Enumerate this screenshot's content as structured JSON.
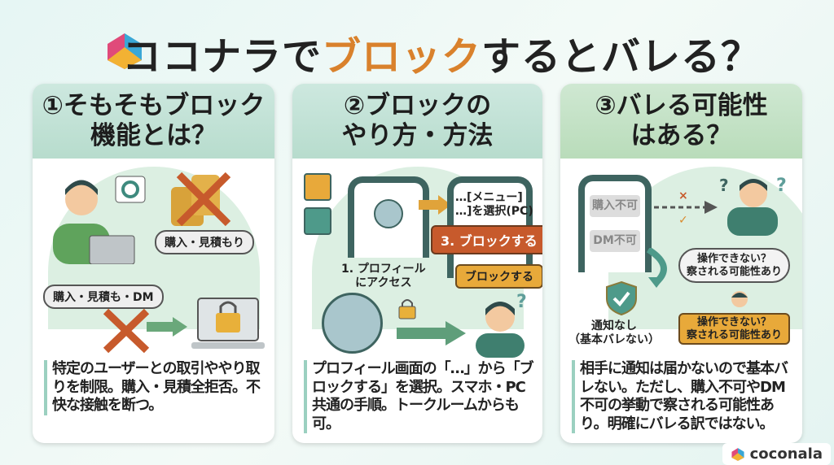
{
  "header": {
    "title_pre": "ココナラで",
    "title_accent": "ブロック",
    "title_post": "するとバレる？"
  },
  "cards": [
    {
      "title_l1": "①そもそもブロック",
      "title_l2": "機能とは？",
      "labels": {
        "purchase_estimate": "購入・見積もり",
        "purchase_estimate_dm": "購入・見積も・DM"
      },
      "body": "特定のユーザーとの取引ややり取りを制限。購入・見積全拒否。不快な接触を断つ。"
    },
    {
      "title_l1": "②ブロックの",
      "title_l2": "やり方・方法",
      "labels": {
        "menu_l1": "…[メニュー]",
        "menu_l2": "…]を選択(PC)",
        "step3": "3. ブロックする",
        "step1_l1": "1. プロフィール",
        "step1_l2": "にアクセス",
        "block_button": "ブロックする"
      },
      "body": "プロフィール画面の「…」から「ブロックする」を選択。スマホ・PC共通の手順。トークルームからも可。"
    },
    {
      "title_l1": "③バレる可能性",
      "title_l2": "はある？",
      "labels": {
        "no_purchase": "購入不可",
        "no_dm": "DM不可",
        "thought_l1": "操作できない？",
        "thought_l2": "察される可能性あり",
        "notice_l1": "通知なし",
        "notice_l2": "（基本バレない）",
        "callout_l1": "操作できない？",
        "callout_l2": "察される可能性あり"
      },
      "body": "相手に通知は届かないので基本バレない。ただし、購入不可やDM不可の挙動で察される可能性あり。明確にバレる訳ではない。"
    }
  ],
  "footer": {
    "brand": "coconala"
  },
  "colors": {
    "accent": "#d9812c",
    "header_green": "#b7dccd",
    "cross": "#c75a2c"
  }
}
